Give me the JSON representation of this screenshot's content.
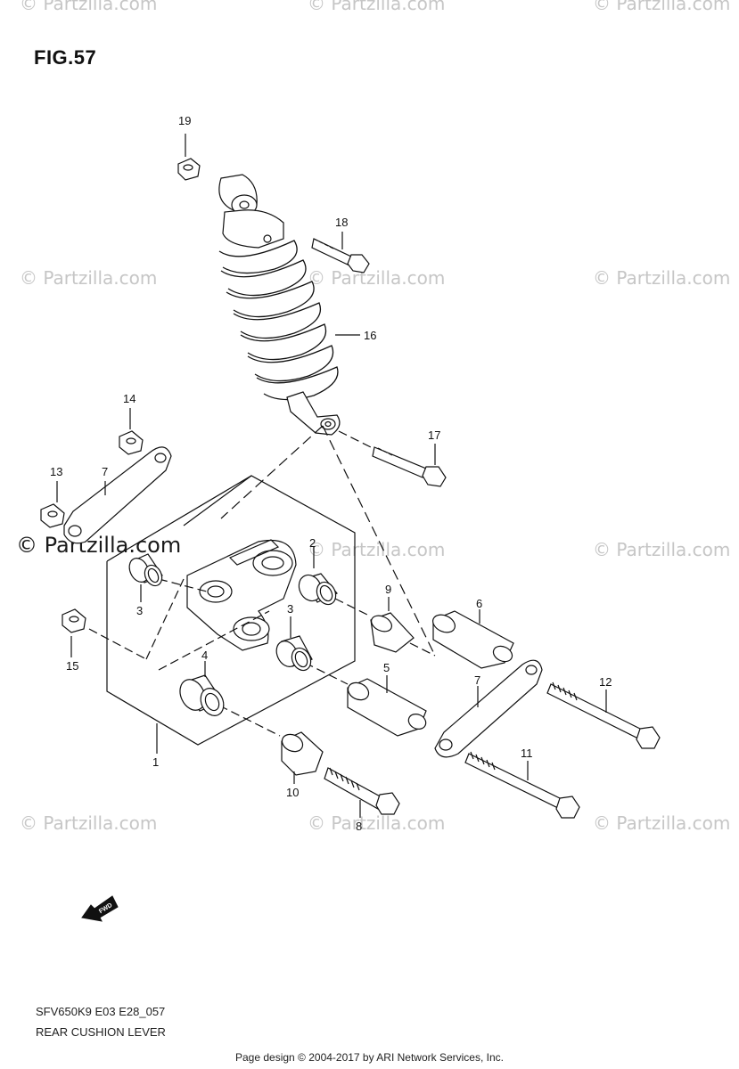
{
  "figure": {
    "title": "FIG.57"
  },
  "codes": {
    "line1": "SFV650K9 E03 E28_057",
    "line2": "REAR CUSHION LEVER"
  },
  "footer": {
    "text": "Page design © 2004-2017 by ARI Network Services, Inc."
  },
  "watermark": {
    "text": "© Partzilla.com",
    "strong_text": "© Partzilla.com"
  },
  "fwd_label": "FWD",
  "callouts": [
    "19",
    "18",
    "16",
    "17",
    "14",
    "13",
    "7",
    "2",
    "9",
    "3",
    "6",
    "15",
    "3",
    "4",
    "5",
    "1",
    "7",
    "12",
    "11",
    "10",
    "8"
  ]
}
